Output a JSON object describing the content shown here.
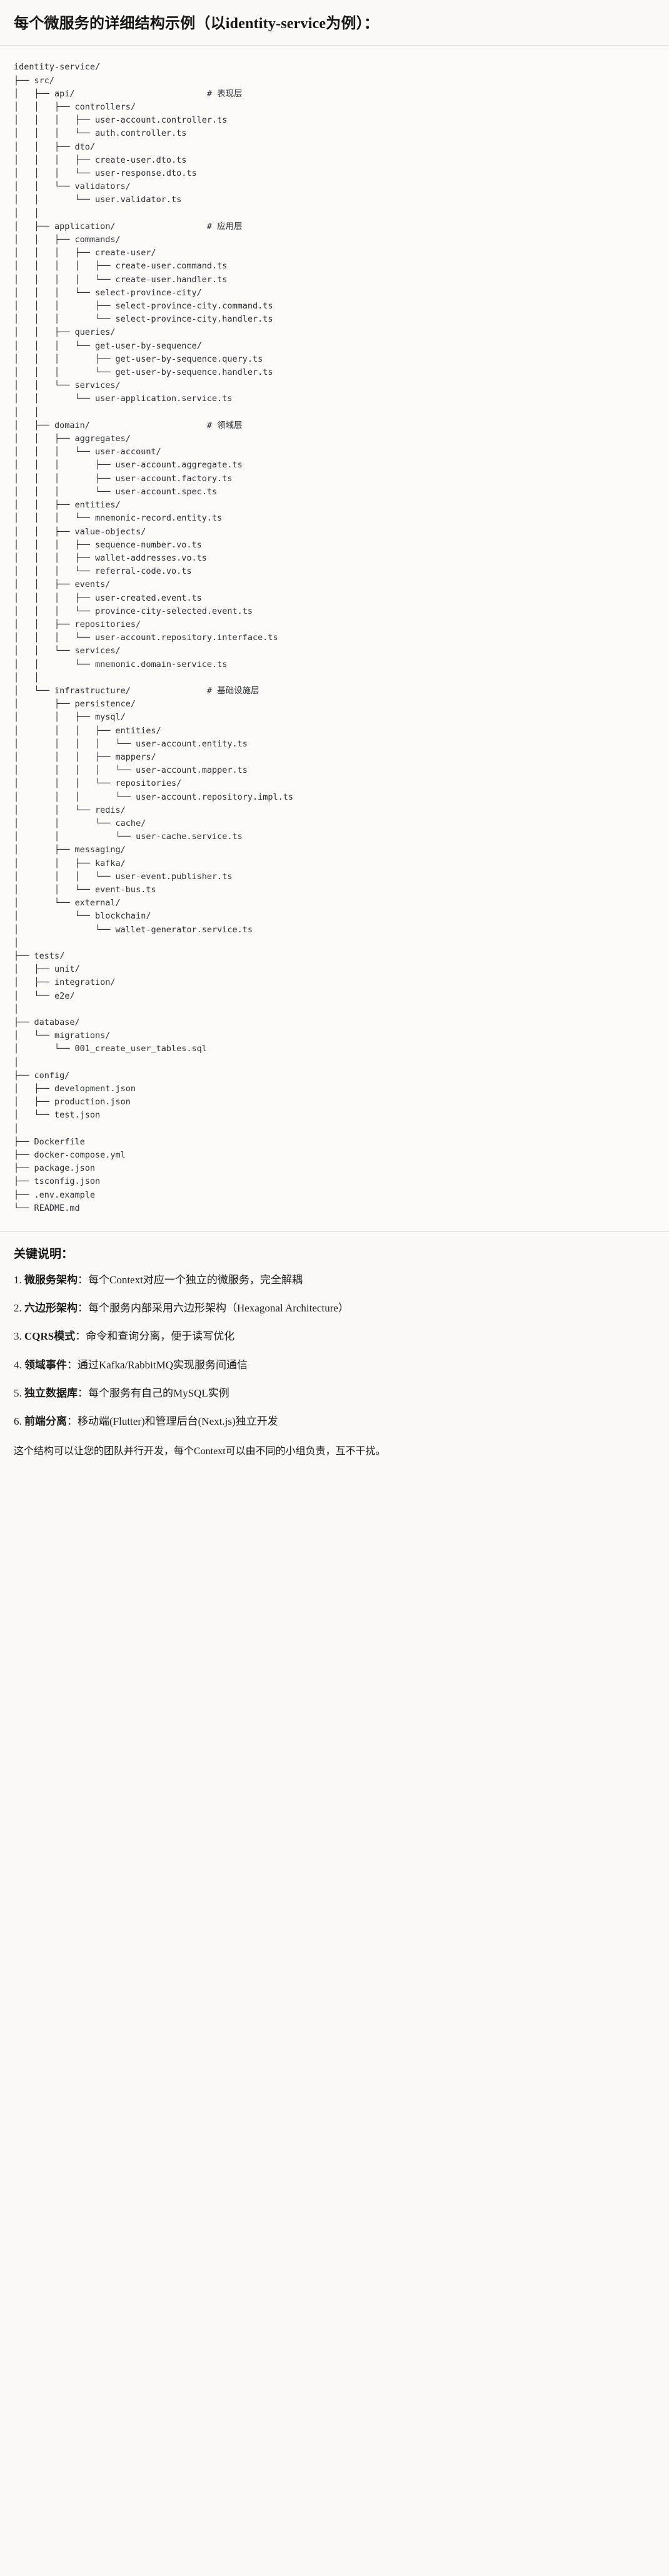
{
  "header": {
    "title": "每个微服务的详细结构示例（以identity-service为例）："
  },
  "tree": {
    "root": "identity-service/",
    "lines": [
      "identity-service/",
      "├── src/",
      "│   ├── api/                          # 表现层",
      "│   │   ├── controllers/",
      "│   │   │   ├── user-account.controller.ts",
      "│   │   │   └── auth.controller.ts",
      "│   │   ├── dto/",
      "│   │   │   ├── create-user.dto.ts",
      "│   │   │   └── user-response.dto.ts",
      "│   │   └── validators/",
      "│   │       └── user.validator.ts",
      "│   │",
      "│   ├── application/                  # 应用层",
      "│   │   ├── commands/",
      "│   │   │   ├── create-user/",
      "│   │   │   │   ├── create-user.command.ts",
      "│   │   │   │   └── create-user.handler.ts",
      "│   │   │   └── select-province-city/",
      "│   │   │       ├── select-province-city.command.ts",
      "│   │   │       └── select-province-city.handler.ts",
      "│   │   ├── queries/",
      "│   │   │   └── get-user-by-sequence/",
      "│   │   │       ├── get-user-by-sequence.query.ts",
      "│   │   │       └── get-user-by-sequence.handler.ts",
      "│   │   └── services/",
      "│   │       └── user-application.service.ts",
      "│   │",
      "│   ├── domain/                       # 领域层",
      "│   │   ├── aggregates/",
      "│   │   │   └── user-account/",
      "│   │   │       ├── user-account.aggregate.ts",
      "│   │   │       ├── user-account.factory.ts",
      "│   │   │       └── user-account.spec.ts",
      "│   │   ├── entities/",
      "│   │   │   └── mnemonic-record.entity.ts",
      "│   │   ├── value-objects/",
      "│   │   │   ├── sequence-number.vo.ts",
      "│   │   │   ├── wallet-addresses.vo.ts",
      "│   │   │   └── referral-code.vo.ts",
      "│   │   ├── events/",
      "│   │   │   ├── user-created.event.ts",
      "│   │   │   └── province-city-selected.event.ts",
      "│   │   ├── repositories/",
      "│   │   │   └── user-account.repository.interface.ts",
      "│   │   └── services/",
      "│   │       └── mnemonic.domain-service.ts",
      "│   │",
      "│   └── infrastructure/               # 基础设施层",
      "│       ├── persistence/",
      "│       │   ├── mysql/",
      "│       │   │   ├── entities/",
      "│       │   │   │   └── user-account.entity.ts",
      "│       │   │   ├── mappers/",
      "│       │   │   │   └── user-account.mapper.ts",
      "│       │   │   └── repositories/",
      "│       │   │       └── user-account.repository.impl.ts",
      "│       │   └── redis/",
      "│       │       └── cache/",
      "│       │           └── user-cache.service.ts",
      "│       ├── messaging/",
      "│       │   ├── kafka/",
      "│       │   │   └── user-event.publisher.ts",
      "│       │   └── event-bus.ts",
      "│       └── external/",
      "│           └── blockchain/",
      "│               └── wallet-generator.service.ts",
      "│",
      "├── tests/",
      "│   ├── unit/",
      "│   ├── integration/",
      "│   └── e2e/",
      "│",
      "├── database/",
      "│   └── migrations/",
      "│       └── 001_create_user_tables.sql",
      "│",
      "├── config/",
      "│   ├── development.json",
      "│   ├── production.json",
      "│   └── test.json",
      "│",
      "├── Dockerfile",
      "├── docker-compose.yml",
      "├── package.json",
      "├── tsconfig.json",
      "├── .env.example",
      "└── README.md"
    ],
    "layer_comments": [
      "# 表现层",
      "# 应用层",
      "# 领域层",
      "# 基础设施层"
    ]
  },
  "notes": {
    "title": "关键说明：",
    "items": [
      {
        "num": "1.",
        "lead": "微服务架构",
        "sep": "：",
        "text": "每个Context对应一个独立的微服务，完全解耦"
      },
      {
        "num": "2.",
        "lead": "六边形架构",
        "sep": "：",
        "text": "每个服务内部采用六边形架构（Hexagonal Architecture）"
      },
      {
        "num": "3.",
        "lead": "CQRS模式",
        "sep": "：",
        "text": "命令和查询分离，便于读写优化"
      },
      {
        "num": "4.",
        "lead": "领域事件",
        "sep": "：",
        "text": "通过Kafka/RabbitMQ实现服务间通信"
      },
      {
        "num": "5.",
        "lead": "独立数据库",
        "sep": "：",
        "text": "每个服务有自己的MySQL实例"
      },
      {
        "num": "6.",
        "lead": "前端分离",
        "sep": "：",
        "text": "移动端(Flutter)和管理后台(Next.js)独立开发"
      }
    ],
    "closing": "这个结构可以让您的团队并行开发，每个Context可以由不同的小组负责，互不干扰。"
  },
  "colors": {
    "page_bg": "#faf9f6",
    "code_bg": "#fbfaf7",
    "rule": "#e3e1dc",
    "text": "#1a1a1a",
    "code_text": "#2b2f36"
  }
}
